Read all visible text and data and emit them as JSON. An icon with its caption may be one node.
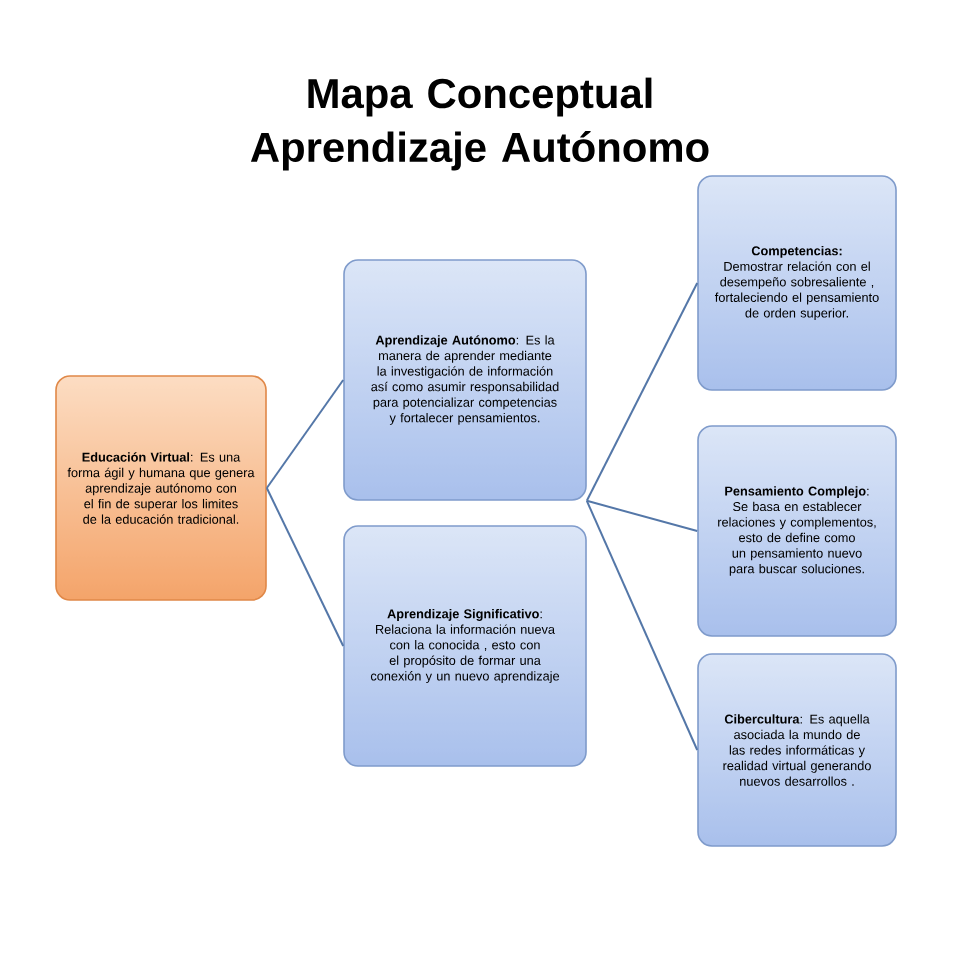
{
  "diagram": {
    "title": "Mapa Conceptual Aprendizaje Autónomo",
    "nodes": [
      {
        "text": [
          "**Educación Virtual**: Es una forma ágil y humana que genera aprendizaje autónomo con el fin de superar los limites de la educación tradicional."
        ]
      },
      {
        "text": [
          "**Aprendizaje Autónomo**: Es la manera de aprender mediante la investigación de información así como asumir responsabilidad para potencializar competencias y fortalecer pensamientos."
        ]
      },
      {
        "text": [
          "**Aprendizaje Significativo**:",
          "Relaciona la información nueva con la conocida , esto con el propósito de formar una conexión y un nuevo aprendizaje"
        ]
      },
      {
        "text": [
          "**Competencias:**",
          "Demostrar relación con el desempeño sobresaliente , fortaleciendo el pensamiento de orden superior."
        ]
      },
      {
        "text": [
          "**Pensamiento Complejo**:",
          "Se basa en establecer relaciones y complementos, esto de define como un pensamiento nuevo para buscar soluciones."
        ]
      },
      {
        "text": [
          "**Cibercultura**: Es aquella asociada la mundo de las redes informáticas y realidad virtual generando nuevos desarrollos ."
        ]
      }
    ],
    "edges": [
      {
        "from": 0,
        "to": 1,
        "arrow": "none"
      },
      {
        "from": 0,
        "to": 2,
        "arrow": "none"
      },
      {
        "from": 1,
        "to": 3,
        "arrow": "none"
      },
      {
        "from": 1,
        "to": 4,
        "arrow": "none"
      },
      {
        "from": 1,
        "to": 5,
        "arrow": "none"
      }
    ]
  }
}
